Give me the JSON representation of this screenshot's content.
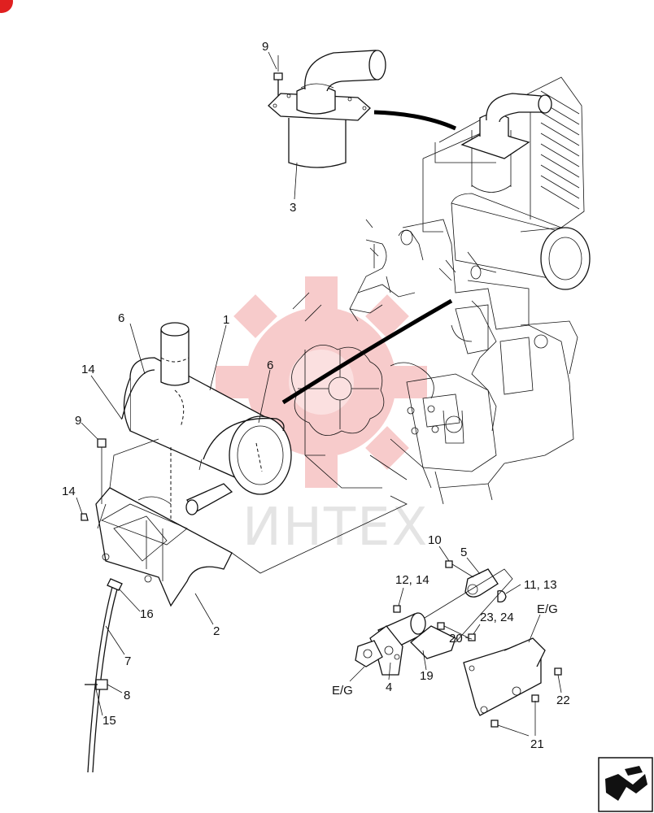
{
  "watermark": {
    "text": "ИНТЕХ",
    "color": "#f08a8a"
  },
  "corner_badge": {
    "color": "#e02020"
  },
  "nav_icon": {
    "name": "next-page-arrow-icon"
  },
  "callouts": {
    "c9_top": "9",
    "c3": "3",
    "c6_left": "6",
    "c1": "1",
    "c6_right": "6",
    "c14_top": "14",
    "c9_left": "9",
    "c14_left": "14",
    "c16": "16",
    "c2": "2",
    "c7": "7",
    "c8": "8",
    "c15": "15",
    "c10": "10",
    "c5": "5",
    "c12_14": "12, 14",
    "c11_13": "11, 13",
    "c23_24": "23, 24",
    "ceg_right": "E/G",
    "c20": "20",
    "c19": "19",
    "c4": "4",
    "ceg_left": "E/G",
    "c22": "22",
    "c21": "21"
  }
}
